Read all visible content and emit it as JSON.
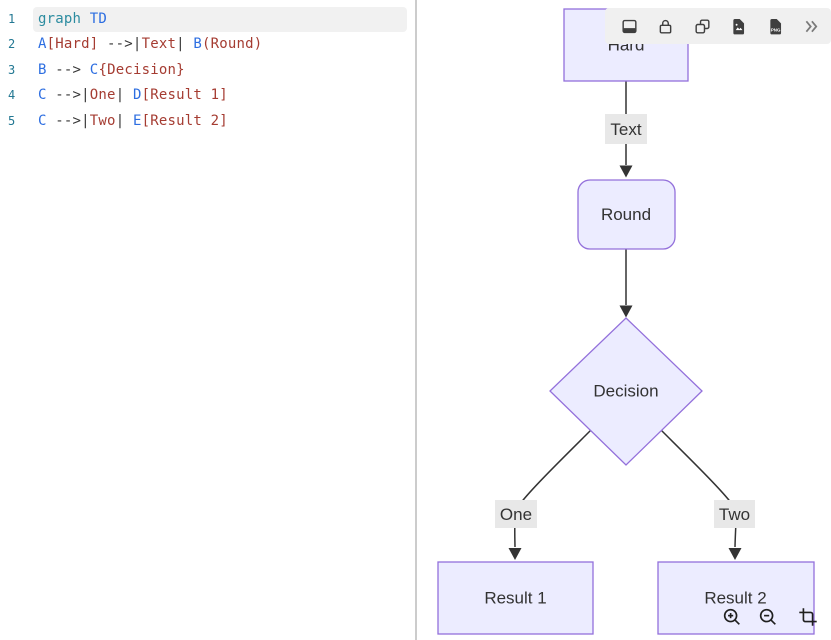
{
  "editor": {
    "lines": [
      {
        "num": "1",
        "tokens": [
          "graph ",
          "TD"
        ]
      },
      {
        "num": "2",
        "tokens": [
          "A",
          "[Hard]",
          " -->|",
          "Text",
          "| ",
          "B",
          "(Round)"
        ]
      },
      {
        "num": "3",
        "tokens": [
          "B",
          " --> ",
          "C",
          "{Decision}"
        ]
      },
      {
        "num": "4",
        "tokens": [
          "C",
          " -->|",
          "One",
          "| ",
          "D",
          "[Result 1]"
        ]
      },
      {
        "num": "5",
        "tokens": [
          "C",
          " -->|",
          "Two",
          "| ",
          "E",
          "[Result 2]"
        ]
      }
    ],
    "syntax_colors": {
      "keyword": "#2c8ca0",
      "identifier": "#2d6ee1",
      "string": "#a53c32",
      "operator": "#373737",
      "line_number": "#237893",
      "active_line_bg": "#f1f1f1"
    }
  },
  "toolbar": {
    "icons": [
      "view-toggle",
      "lock",
      "copy",
      "export-svg",
      "export-png",
      "more"
    ],
    "png_badge": "PNG",
    "background": "#f0f0f0"
  },
  "diagram": {
    "nodes": {
      "hard": "Hard",
      "round": "Round",
      "decision": "Decision",
      "result1": "Result 1",
      "result2": "Result 2"
    },
    "edge_labels": {
      "text": "Text",
      "one": "One",
      "two": "Two"
    },
    "colors": {
      "node_fill": "#ECECFF",
      "node_border": "#9370DB",
      "edge": "#333333",
      "label_bg": "#e8e8e8",
      "text": "#333333"
    }
  }
}
